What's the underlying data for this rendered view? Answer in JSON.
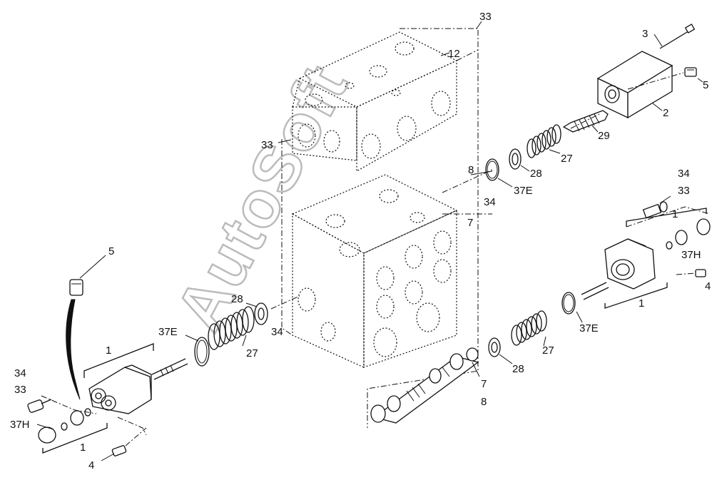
{
  "watermark": "AutoSoft",
  "callouts": {
    "c33_top": "33",
    "c12": "12",
    "c33_left": "33",
    "c3": "3",
    "c5_right": "5",
    "c2": "2",
    "c29": "29",
    "c27_top": "27",
    "c28_top": "28",
    "c8_top": "8",
    "c37e_top": "37E",
    "c34_mid": "34",
    "c7_mid": "7",
    "c34_right": "34",
    "c33_right": "33",
    "c1_right_top": "1",
    "c37h_right": "37H",
    "c4_right": "4",
    "c1_right_bot": "1",
    "c37e_right": "37E",
    "c27_right": "27",
    "c28_bot": "28",
    "c7_bot": "7",
    "c8_bot": "8",
    "c5_left": "5",
    "c28_left": "28",
    "c34_left_mid": "34",
    "c37e_left": "37E",
    "c27_left": "27",
    "c1_left_top": "1",
    "c34_left": "34",
    "c33_left_bot": "33",
    "c37h_left": "37H",
    "c1_left_bot": "1",
    "c4_left": "4"
  }
}
